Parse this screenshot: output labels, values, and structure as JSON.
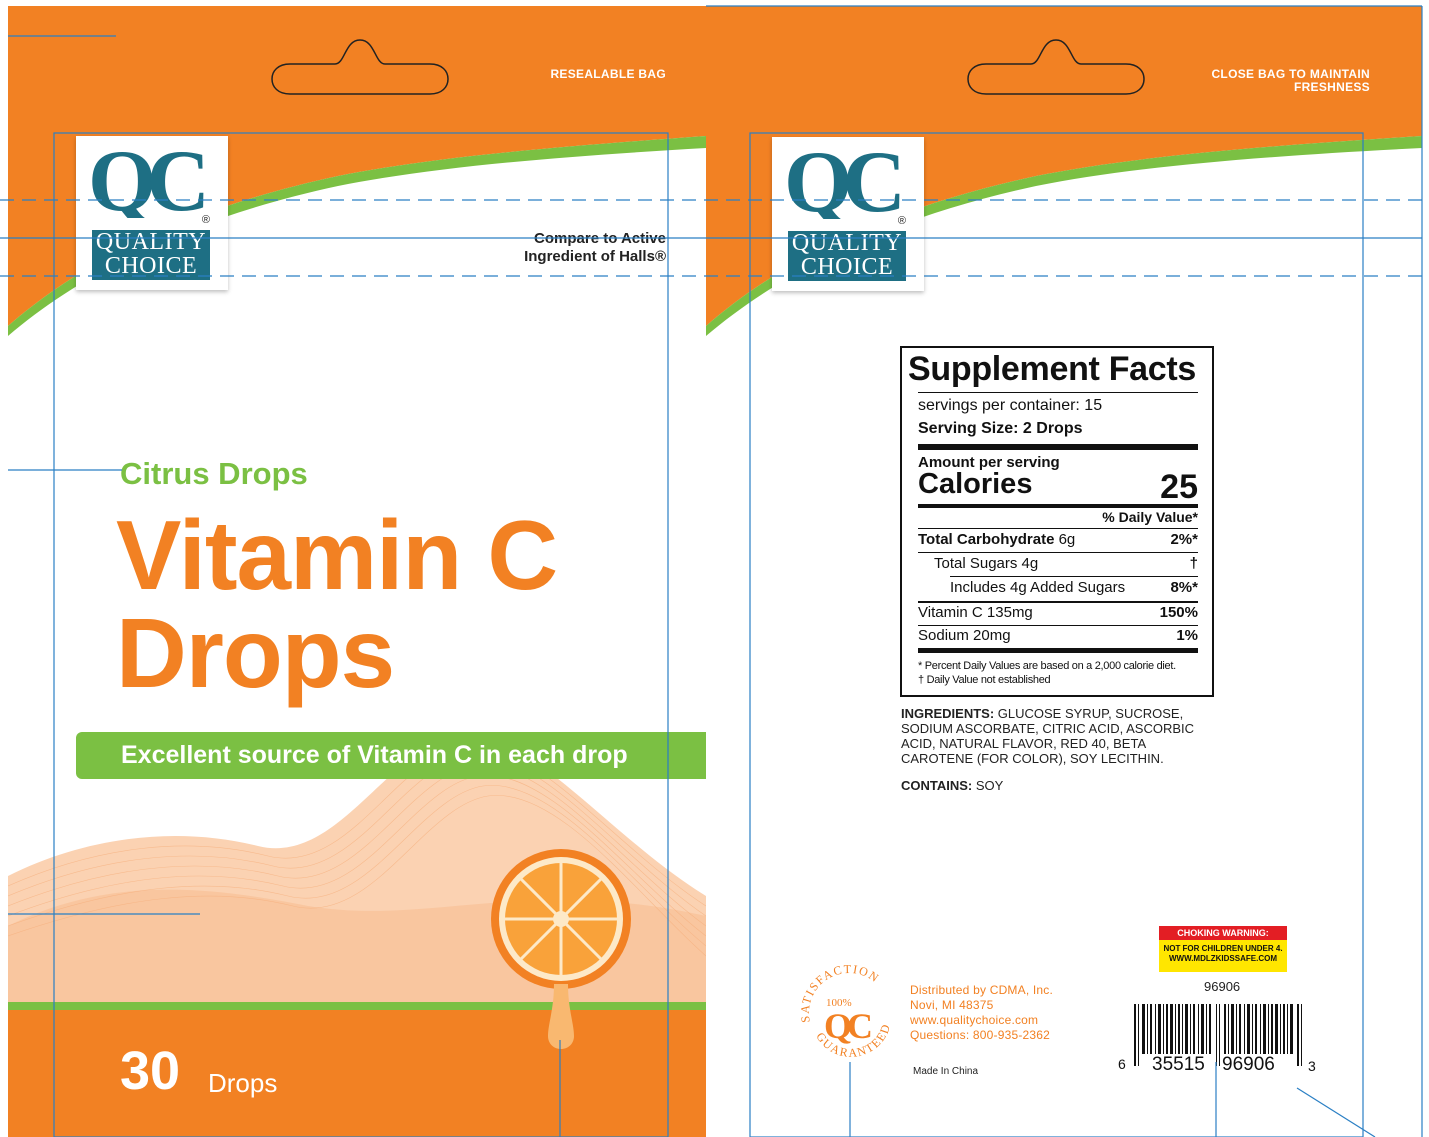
{
  "front": {
    "resealable_note": "RESEALABLE BAG",
    "brand_mark": "QC",
    "brand_line1": "QUALITY",
    "brand_line2": "CHOICE",
    "registered": "®",
    "compare_line1": "Compare to Active",
    "compare_line2": "Ingredient of Halls®",
    "flavor": "Citrus Drops",
    "product_line1": "Vitamin C",
    "product_line2": "Drops",
    "claim": "Excellent source of Vitamin C in each drop",
    "count_number": "30",
    "count_unit": "Drops"
  },
  "back": {
    "close_note_line1": "CLOSE BAG TO MAINTAIN",
    "close_note_line2": "FRESHNESS",
    "brand_mark": "QC",
    "brand_line1": "QUALITY",
    "brand_line2": "CHOICE",
    "registered": "®",
    "supplement_facts": {
      "title": "Supplement Facts",
      "servings_per_container": "servings per container: 15",
      "serving_size": "Serving Size: 2 Drops",
      "amount_per_serving": "Amount per serving",
      "calories_label": "Calories",
      "calories_value": "25",
      "dv_header": "% Daily Value*",
      "rows": [
        {
          "label_bold": "Total Carbohydrate",
          "label": " 6g",
          "dv": "2%*"
        },
        {
          "label_bold": "",
          "label": "Total Sugars 4g",
          "dv": "†"
        },
        {
          "label_bold": "",
          "label": "Includes 4g Added Sugars",
          "dv": "8%*"
        },
        {
          "label_bold": "",
          "label": "Vitamin C 135mg",
          "dv": "150%"
        },
        {
          "label_bold": "",
          "label": "Sodium 20mg",
          "dv": "1%"
        }
      ],
      "footnote1": "* Percent Daily Values are based on a 2,000 calorie diet.",
      "footnote2": "† Daily Value not established"
    },
    "ingredients_label": "INGREDIENTS:",
    "ingredients_text": " GLUCOSE SYRUP, SUCROSE, SODIUM ASCORBATE, CITRIC ACID, ASCORBIC ACID, NATURAL FLAVOR, RED 40, BETA CAROTENE (FOR COLOR), SOY LECITHIN.",
    "contains_label": "CONTAINS:",
    "contains_text": " SOY",
    "seal_top": "SATISFACTION",
    "seal_pct": "100%",
    "seal_mark": "QC",
    "seal_bottom": "GUARANTEED",
    "distributor": [
      "Distributed by CDMA, Inc.",
      "Novi, MI 48375",
      "www.qualitychoice.com",
      "Questions: 800-935-2362"
    ],
    "made_in": "Made In China",
    "choking_header": "CHOKING WARNING:",
    "choking_line1": "NOT FOR CHILDREN UNDER 4.",
    "choking_line2": "WWW.MDLZKIDSSAFE.COM",
    "item_number": "96906",
    "barcode_digits": {
      "first": "6",
      "left": "35515",
      "right": "96906",
      "last": "3"
    }
  },
  "colors": {
    "orange": "#f28123",
    "green": "#7bc043",
    "teal": "#1e6f84",
    "guide_blue": "#2a7fc4"
  }
}
